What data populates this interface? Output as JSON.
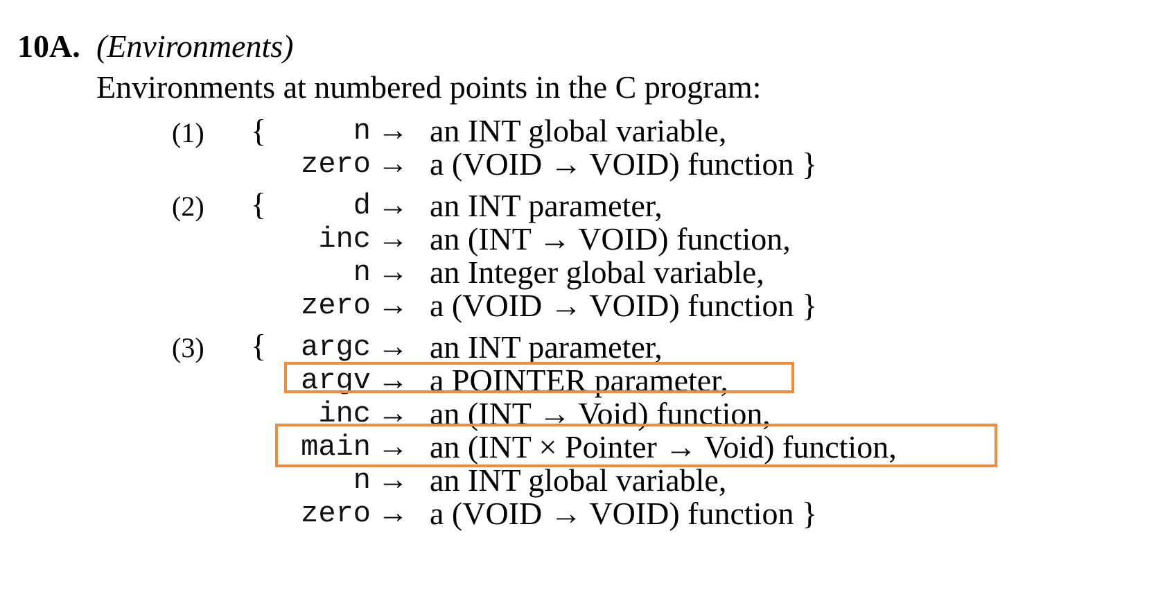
{
  "heading": {
    "number": "10A.",
    "title": "(Environments)"
  },
  "intro": "Environments at numbered points in the C program:",
  "environments": [
    {
      "label": "(1)",
      "open": "{",
      "entries": [
        {
          "name": "n",
          "arrow": "→",
          "desc": "an INT global variable,"
        },
        {
          "name": "zero",
          "arrow": "→",
          "desc": "a (VOID → VOID) function"
        }
      ],
      "close": "}"
    },
    {
      "label": "(2)",
      "open": "{",
      "entries": [
        {
          "name": "d",
          "arrow": "→",
          "desc": "an INT parameter,"
        },
        {
          "name": "inc",
          "arrow": "→",
          "desc": "an (INT → VOID) function,"
        },
        {
          "name": "n",
          "arrow": "→",
          "desc": "an Integer global variable,"
        },
        {
          "name": "zero",
          "arrow": "→",
          "desc": "a (VOID → VOID) function"
        }
      ],
      "close": "}"
    },
    {
      "label": "(3)",
      "open": "{",
      "entries": [
        {
          "name": "argc",
          "arrow": "→",
          "desc": "an INT parameter,"
        },
        {
          "name": "argv",
          "arrow": "→",
          "desc": "a POINTER parameter,"
        },
        {
          "name": "inc",
          "arrow": "→",
          "desc": "an (INT → Void) function,"
        },
        {
          "name": "main",
          "arrow": "→",
          "desc": "an (INT × Pointer → Void) function,"
        },
        {
          "name": "n",
          "arrow": "→",
          "desc": "an INT global variable,"
        },
        {
          "name": "zero",
          "arrow": "→",
          "desc": "a (VOID → VOID) function"
        }
      ],
      "close": "}"
    }
  ],
  "highlight_color": "#f28b3c"
}
